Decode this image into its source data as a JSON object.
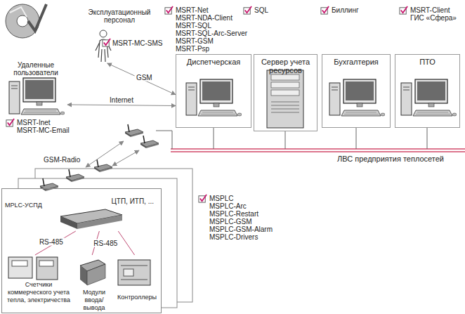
{
  "diagram": {
    "nodes": [
      {
        "text": [
          "Эксплуатационный персонал"
        ]
      },
      {
        "text": [
          "Удаленные пользователи"
        ]
      },
      {
        "text": [
          "Диспетчерская"
        ]
      },
      {
        "text": [
          "Сервер учета ресурсов"
        ]
      },
      {
        "text": [
          "Бухгалтерия"
        ]
      },
      {
        "text": [
          "ПТО"
        ]
      },
      {
        "text": [
          "ЦТП, ИТП, ..."
        ]
      },
      {
        "text": [
          "MPLC-УСПД"
        ],
        "in": 6
      },
      {
        "text": [
          "Счетчики коммерческого учета тепла, электричества"
        ],
        "in": 6
      },
      {
        "text": [
          "Модули ввода/вывода"
        ],
        "in": 6
      },
      {
        "text": [
          "Контроллеры"
        ],
        "in": 6
      }
    ],
    "edges": [
      {
        "from": 0,
        "to": 2,
        "label": "GSM",
        "arrow": "both"
      },
      {
        "from": 1,
        "to": 2,
        "label": "Internet",
        "arrow": "both"
      },
      {
        "from": 7,
        "to": 8,
        "label": "RS-485",
        "arrow": "none"
      },
      {
        "from": 7,
        "to": 9,
        "label": "RS-485",
        "arrow": "none"
      },
      {
        "from": 7,
        "to": 10,
        "arrow": "none"
      }
    ],
    "labels": [
      "MSRT-MC-SMS",
      "MSRT-Inet",
      "MSRT-MC-Email",
      "MSRT-Net",
      "MSRT-NDA-Client",
      "MSRT-SQL",
      "MSRT-SQL-Arc-Server",
      "MSRT-GSM",
      "MSRT-Psp",
      "SQL",
      "Биллинг",
      "MSRT-Client",
      "ГИС «Сфера»",
      "ЛВС предприятия теплосетей",
      "GSM-Radio",
      "MSPLC",
      "MSPLC-Arc",
      "MSPLC-Restart",
      "MSPLC-GSM",
      "MSPLC-GSM-Alarm",
      "MSPLC-Drivers"
    ]
  }
}
